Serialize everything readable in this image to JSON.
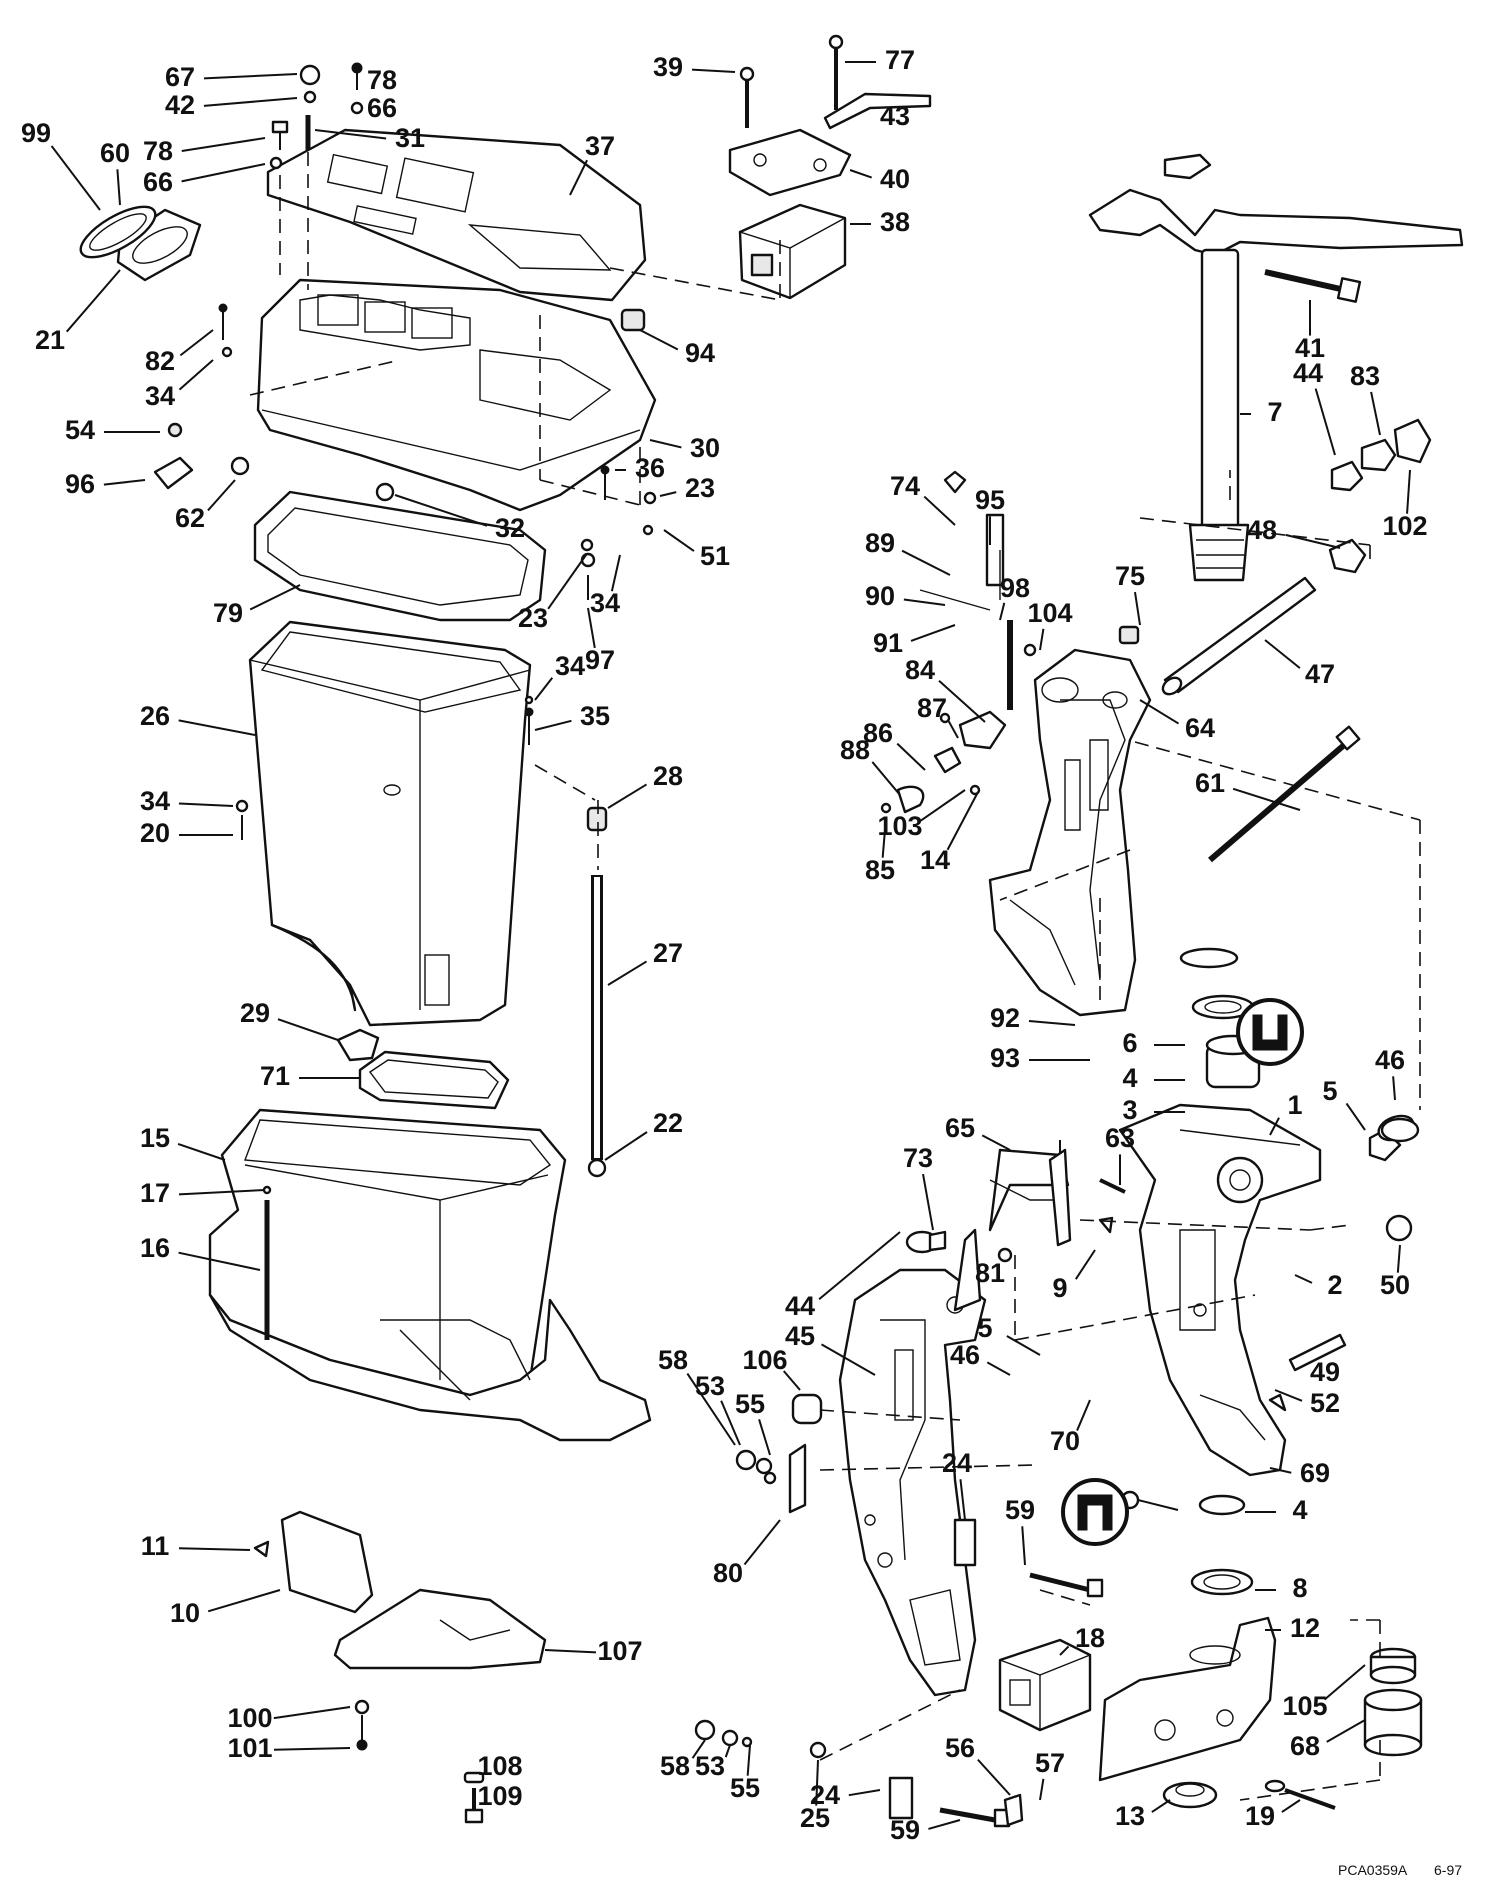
{
  "callouts": [
    {
      "id": "67",
      "text": "67"
    },
    {
      "id": "42",
      "text": "42"
    },
    {
      "id": "78a",
      "text": "78"
    },
    {
      "id": "66a",
      "text": "66"
    },
    {
      "id": "78b",
      "text": "78"
    },
    {
      "id": "66b",
      "text": "66"
    },
    {
      "id": "31",
      "text": "31"
    },
    {
      "id": "37",
      "text": "37"
    },
    {
      "id": "99",
      "text": "99"
    },
    {
      "id": "60",
      "text": "60"
    },
    {
      "id": "21",
      "text": "21"
    },
    {
      "id": "82",
      "text": "82"
    },
    {
      "id": "34a",
      "text": "34"
    },
    {
      "id": "54",
      "text": "54"
    },
    {
      "id": "96",
      "text": "96"
    },
    {
      "id": "62",
      "text": "62"
    },
    {
      "id": "30",
      "text": "30"
    },
    {
      "id": "36",
      "text": "36"
    },
    {
      "id": "23a",
      "text": "23"
    },
    {
      "id": "51",
      "text": "51"
    },
    {
      "id": "32",
      "text": "32"
    },
    {
      "id": "79",
      "text": "79"
    },
    {
      "id": "23b",
      "text": "23"
    },
    {
      "id": "34b",
      "text": "34"
    },
    {
      "id": "97",
      "text": "97"
    },
    {
      "id": "94",
      "text": "94"
    },
    {
      "id": "39",
      "text": "39"
    },
    {
      "id": "77",
      "text": "77"
    },
    {
      "id": "43",
      "text": "43"
    },
    {
      "id": "40",
      "text": "40"
    },
    {
      "id": "38",
      "text": "38"
    },
    {
      "id": "41",
      "text": "41"
    },
    {
      "id": "7",
      "text": "7"
    },
    {
      "id": "44a",
      "text": "44"
    },
    {
      "id": "83",
      "text": "83"
    },
    {
      "id": "102",
      "text": "102"
    },
    {
      "id": "48",
      "text": "48"
    },
    {
      "id": "74",
      "text": "74"
    },
    {
      "id": "95",
      "text": "95"
    },
    {
      "id": "89",
      "text": "89"
    },
    {
      "id": "90",
      "text": "90"
    },
    {
      "id": "98",
      "text": "98"
    },
    {
      "id": "104",
      "text": "104"
    },
    {
      "id": "75",
      "text": "75"
    },
    {
      "id": "47",
      "text": "47"
    },
    {
      "id": "91",
      "text": "91"
    },
    {
      "id": "84",
      "text": "84"
    },
    {
      "id": "64",
      "text": "64"
    },
    {
      "id": "87",
      "text": "87"
    },
    {
      "id": "86",
      "text": "86"
    },
    {
      "id": "88",
      "text": "88"
    },
    {
      "id": "61",
      "text": "61"
    },
    {
      "id": "103",
      "text": "103"
    },
    {
      "id": "14",
      "text": "14"
    },
    {
      "id": "85",
      "text": "85"
    },
    {
      "id": "26",
      "text": "26"
    },
    {
      "id": "34c",
      "text": "34"
    },
    {
      "id": "35",
      "text": "35"
    },
    {
      "id": "28",
      "text": "28"
    },
    {
      "id": "34d",
      "text": "34"
    },
    {
      "id": "20",
      "text": "20"
    },
    {
      "id": "27",
      "text": "27"
    },
    {
      "id": "29",
      "text": "29"
    },
    {
      "id": "71",
      "text": "71"
    },
    {
      "id": "92",
      "text": "92"
    },
    {
      "id": "6",
      "text": "6"
    },
    {
      "id": "4a",
      "text": "4"
    },
    {
      "id": "93",
      "text": "93"
    },
    {
      "id": "3",
      "text": "3"
    },
    {
      "id": "46a",
      "text": "46"
    },
    {
      "id": "5a",
      "text": "5"
    },
    {
      "id": "1",
      "text": "1"
    },
    {
      "id": "15",
      "text": "15"
    },
    {
      "id": "22",
      "text": "22"
    },
    {
      "id": "65",
      "text": "65"
    },
    {
      "id": "73",
      "text": "73"
    },
    {
      "id": "63",
      "text": "63"
    },
    {
      "id": "17",
      "text": "17"
    },
    {
      "id": "16",
      "text": "16"
    },
    {
      "id": "81",
      "text": "81"
    },
    {
      "id": "9",
      "text": "9"
    },
    {
      "id": "2",
      "text": "2"
    },
    {
      "id": "50",
      "text": "50"
    },
    {
      "id": "44b",
      "text": "44"
    },
    {
      "id": "45",
      "text": "45"
    },
    {
      "id": "5b",
      "text": "5"
    },
    {
      "id": "46b",
      "text": "46"
    },
    {
      "id": "49",
      "text": "49"
    },
    {
      "id": "58a",
      "text": "58"
    },
    {
      "id": "106",
      "text": "106"
    },
    {
      "id": "53a",
      "text": "53"
    },
    {
      "id": "55a",
      "text": "55"
    },
    {
      "id": "52",
      "text": "52"
    },
    {
      "id": "70",
      "text": "70"
    },
    {
      "id": "69",
      "text": "69"
    },
    {
      "id": "24a",
      "text": "24"
    },
    {
      "id": "11",
      "text": "11"
    },
    {
      "id": "59a",
      "text": "59"
    },
    {
      "id": "4b",
      "text": "4"
    },
    {
      "id": "80",
      "text": "80"
    },
    {
      "id": "10",
      "text": "10"
    },
    {
      "id": "8",
      "text": "8"
    },
    {
      "id": "107",
      "text": "107"
    },
    {
      "id": "12",
      "text": "12"
    },
    {
      "id": "18",
      "text": "18"
    },
    {
      "id": "105",
      "text": "105"
    },
    {
      "id": "100",
      "text": "100"
    },
    {
      "id": "101",
      "text": "101"
    },
    {
      "id": "68",
      "text": "68"
    },
    {
      "id": "56",
      "text": "56"
    },
    {
      "id": "57",
      "text": "57"
    },
    {
      "id": "108",
      "text": "108"
    },
    {
      "id": "58b",
      "text": "58"
    },
    {
      "id": "53b",
      "text": "53"
    },
    {
      "id": "55b",
      "text": "55"
    },
    {
      "id": "24b",
      "text": "24"
    },
    {
      "id": "109",
      "text": "109"
    },
    {
      "id": "25",
      "text": "25"
    },
    {
      "id": "59b",
      "text": "59"
    },
    {
      "id": "13",
      "text": "13"
    },
    {
      "id": "19",
      "text": "19"
    }
  ],
  "symbols": [
    {
      "id": "sym-upper",
      "text": "⊔"
    },
    {
      "id": "sym-lower",
      "text": "⊓"
    }
  ],
  "footer": {
    "code": "PCA0359A",
    "date": "6-97"
  }
}
